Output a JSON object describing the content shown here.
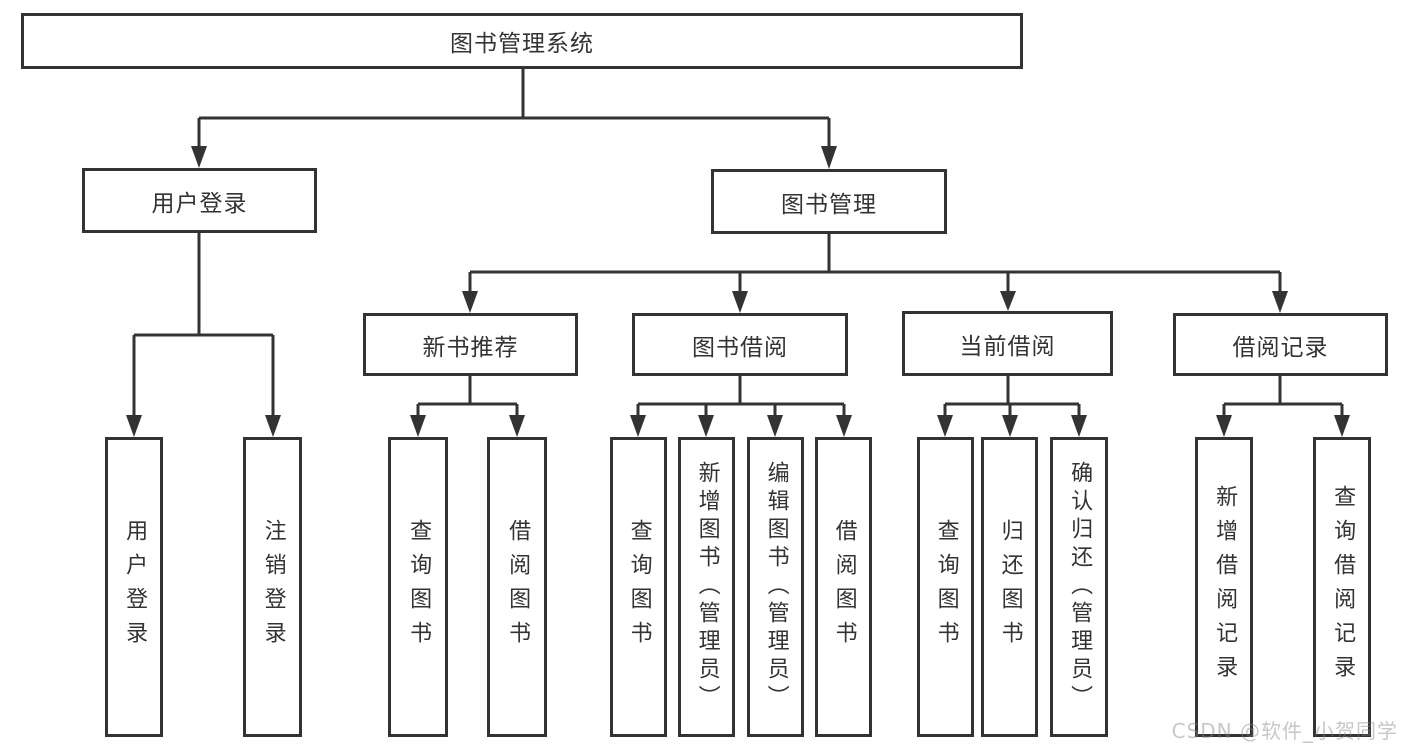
{
  "diagram": {
    "root_label": "图书管理系统",
    "level2": [
      {
        "label": "用户登录",
        "children": [
          {
            "label": "用户登录"
          },
          {
            "label": "注销登录"
          }
        ]
      },
      {
        "label": "图书管理",
        "children": [
          {
            "label": "新书推荐",
            "children": [
              {
                "label": "查询图书"
              },
              {
                "label": "借阅图书"
              }
            ]
          },
          {
            "label": "图书借阅",
            "children": [
              {
                "label": "查询图书"
              },
              {
                "label": "新增图书（管理员）"
              },
              {
                "label": "编辑图书（管理员）"
              },
              {
                "label": "借阅图书"
              }
            ]
          },
          {
            "label": "当前借阅",
            "children": [
              {
                "label": "查询图书"
              },
              {
                "label": "归还图书"
              },
              {
                "label": "确认归还（管理员）"
              }
            ]
          },
          {
            "label": "借阅记录",
            "children": [
              {
                "label": "新增借阅记录"
              },
              {
                "label": "查询借阅记录"
              }
            ]
          }
        ]
      }
    ]
  },
  "watermark": {
    "text": "CSDN @软件_小贺同学"
  },
  "colors": {
    "line": "#333333",
    "text": "#333333",
    "box_background": "#ffffff",
    "page_background": "#ffffff",
    "watermark_gray": "#bdbdbd"
  }
}
